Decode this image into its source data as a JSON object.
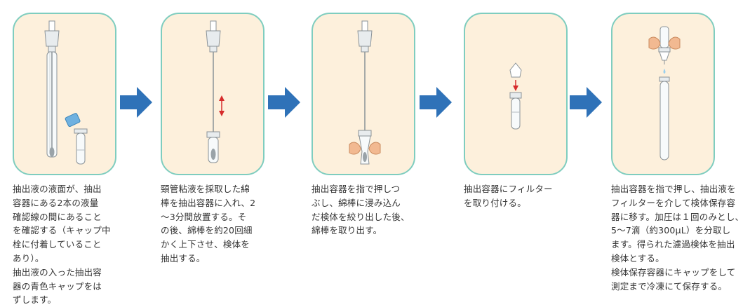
{
  "steps": [
    {
      "caption": "抽出液の液面が、抽出\n容器にある2本の液量\n確認線の間にあること\nを確認する（キャップ中\n栓に付着していること\nあり）。\n抽出液の入った抽出容\n器の青色キャップをは\nずします。"
    },
    {
      "caption": "頸管粘液を採取した綿\n棒を抽出容器に入れ、2\n〜3分間放置する。そ\nの後、綿棒を約20回細\nかく上下させ、検体を\n抽出する。"
    },
    {
      "caption": "抽出容器を指で押しつ\nぶし、綿棒に浸み込ん\nだ検体を絞り出した後、\n綿棒を取り出す。"
    },
    {
      "caption": "抽出容器にフィルター\nを取り付ける。"
    },
    {
      "caption": "抽出容器を指で押し、抽出液を\nフィルターを介して検体保存容\n器に移す。加圧は１回のみとし、\n5〜7滴（約300μL）を分取し\nます。得られた濾過検体を抽出\n検体とする。\n検体保存容器にキャップをして\n測定まで冷凍にて保存する。"
    }
  ],
  "colors": {
    "panel_fill": "#fdf0dc",
    "panel_border": "#7fcdbf",
    "arrow": "#2f72b8",
    "device": "#9aa3a8",
    "cap_blue": "#6fb1e0",
    "red_arrow": "#d62b2b",
    "finger": "#f2b991"
  }
}
